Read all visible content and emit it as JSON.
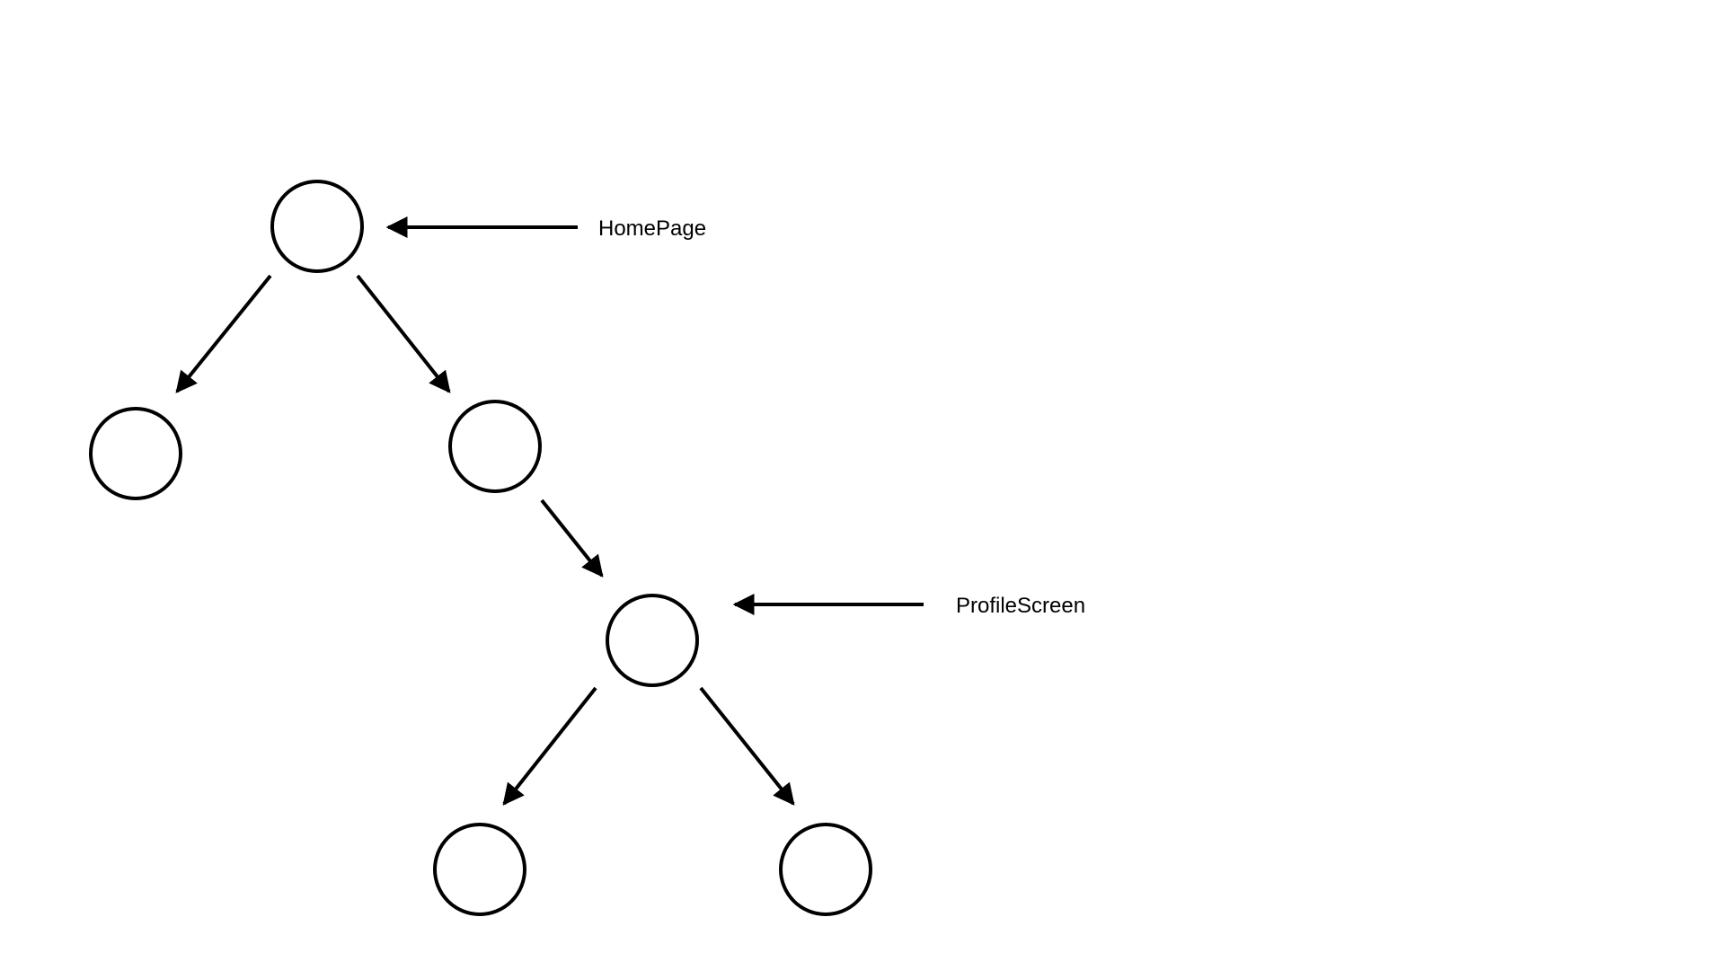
{
  "diagram": {
    "colors": {
      "stroke": "#000000",
      "background": "#ffffff"
    },
    "nodes": [
      {
        "id": "root",
        "label": ""
      },
      {
        "id": "root-left",
        "label": ""
      },
      {
        "id": "root-right",
        "label": ""
      },
      {
        "id": "profile",
        "label": ""
      },
      {
        "id": "profile-left",
        "label": ""
      },
      {
        "id": "profile-right",
        "label": ""
      }
    ],
    "edges": [
      {
        "from": "root",
        "to": "root-left"
      },
      {
        "from": "root",
        "to": "root-right"
      },
      {
        "from": "root-right",
        "to": "profile"
      },
      {
        "from": "profile",
        "to": "profile-left"
      },
      {
        "from": "profile",
        "to": "profile-right"
      }
    ],
    "annotations": {
      "homepage": {
        "text": "HomePage",
        "points_to": "root"
      },
      "profile": {
        "text": "ProfileScreen",
        "points_to": "profile"
      }
    }
  }
}
